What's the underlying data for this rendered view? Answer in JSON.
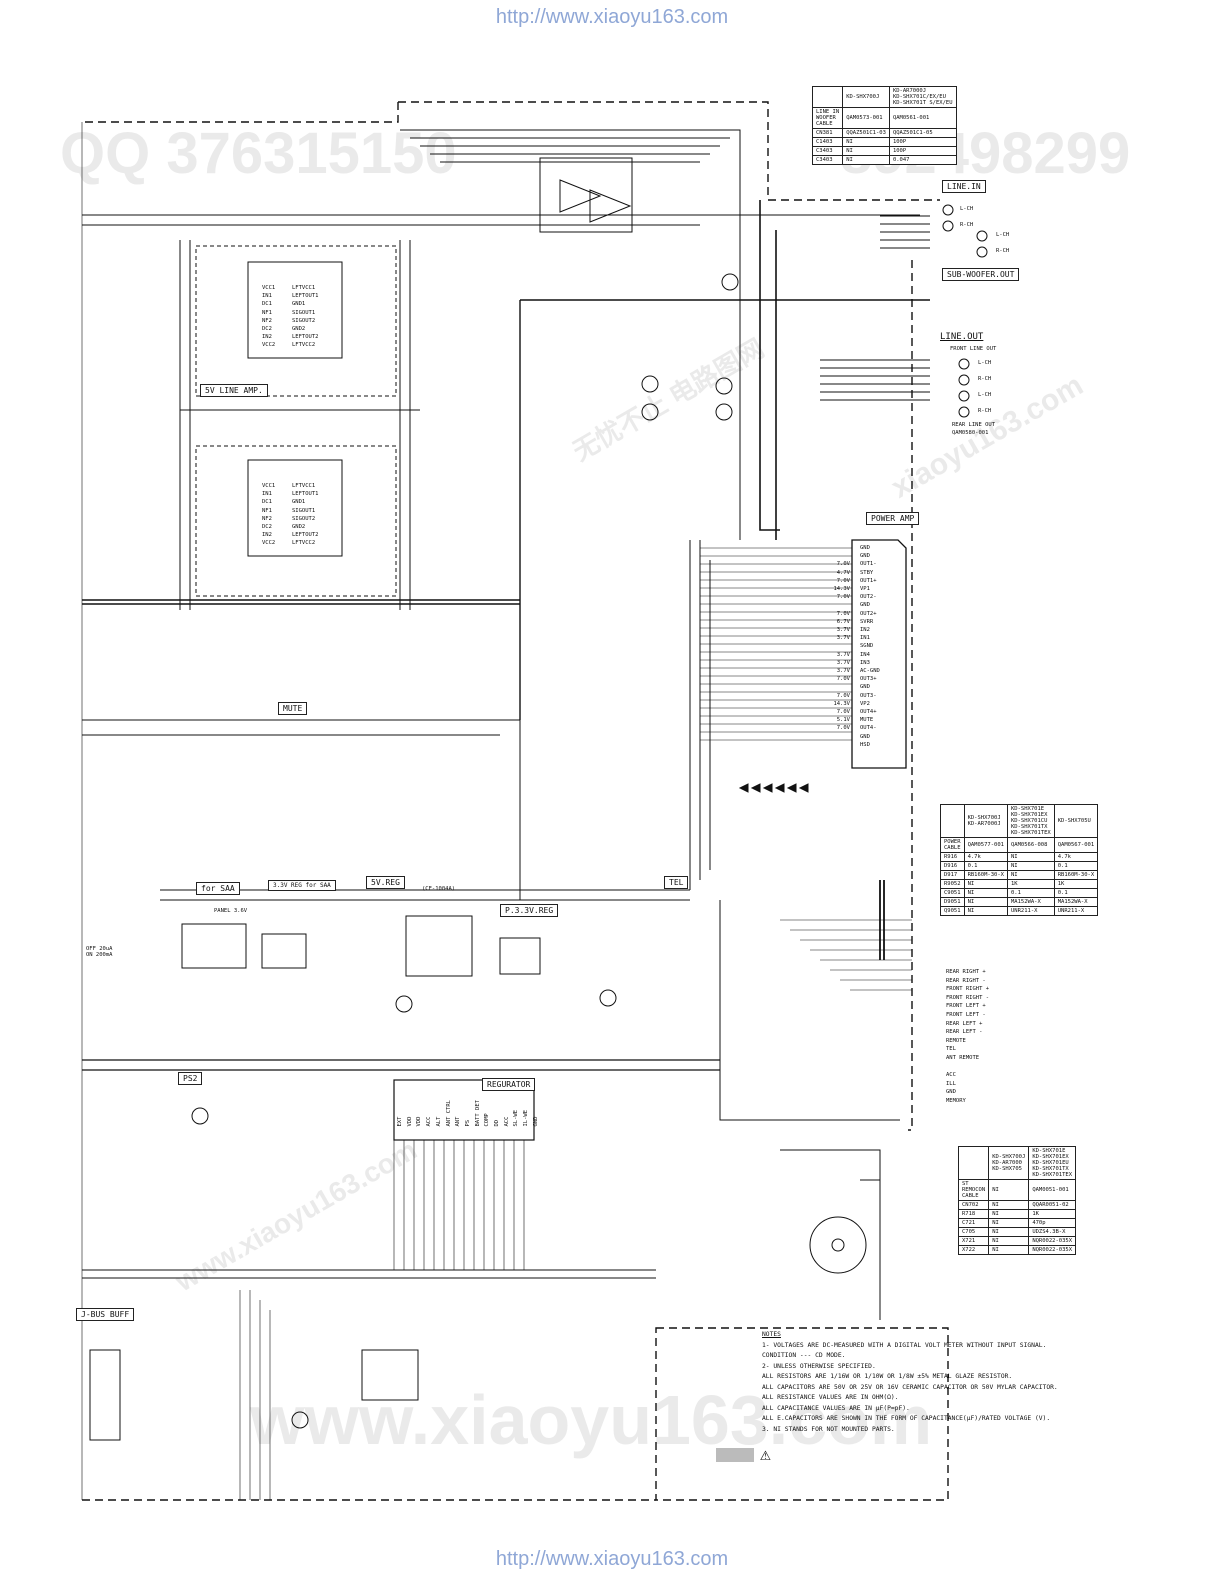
{
  "header_url": "http://www.xiaoyu163.com",
  "footer_url": "http://www.xiaoyu163.com",
  "watermarks": [
    "QQ 376315150",
    "892498299",
    "www.xiaoyu163.com",
    "无忧不止 电路图网",
    "xiaoyu163.com",
    "www.xiaoyu163.com"
  ],
  "blocks": {
    "line_in": "LINE.IN",
    "sub_woofer_out": "SUB-WOOFER.OUT",
    "line_out": "LINE.OUT",
    "front_line_out": "FRONT LINE OUT",
    "rear_line_out": "REAR LINE OUT",
    "rear_line_out_part": "QAM0580-001",
    "line_amp": "5V LINE AMP.",
    "power_amp": "POWER AMP",
    "mute": "MUTE",
    "for_saa": "for SAA",
    "reg_saa": "3.3V REG for SAA",
    "reg_5v": "5V.REG",
    "reg_p33": "P.3.3V.REG",
    "tel": "TEL",
    "regulator": "REGURATOR",
    "ps2": "PS2",
    "jbus_buff": "J-BUS BUFF",
    "ce_1004a": "(CE-1004A)",
    "panel": "PANEL 3.6V",
    "off_on": "OFF 20uA\nON 200mA"
  },
  "jack_labels": [
    "L-CH",
    "R-CH",
    "L-CH",
    "R-CH",
    "L-CH",
    "R-CH",
    "L-CH",
    "R-CH"
  ],
  "power_amp_pins": [
    "GND",
    "GND",
    "OUT1-",
    "STBY",
    "OUT1+",
    "VP1",
    "OUT2-",
    "GND",
    "OUT2+",
    "SVRR",
    "IN2",
    "IN1",
    "SGND",
    "IN4",
    "IN3",
    "AC-GND",
    "OUT3+",
    "GND",
    "OUT3-",
    "VP2",
    "OUT4+",
    "MUTE",
    "OUT4-",
    "GND",
    "HSD"
  ],
  "power_amp_volts": [
    "",
    "",
    "7.0V",
    "4.7V",
    "7.0V",
    "14.3V",
    "7.0V",
    "",
    "7.0V",
    "6.7V",
    "3.7V",
    "3.7V",
    "",
    "3.7V",
    "3.7V",
    "3.7V",
    "7.0V",
    "",
    "7.0V",
    "14.3V",
    "7.0V",
    "5.1V",
    "7.0V",
    "",
    ""
  ],
  "speaker_outputs": [
    "REAR RIGHT +",
    "REAR RIGHT -",
    "FRONT RIGHT +",
    "FRONT RIGHT -",
    "FRONT LEFT +",
    "FRONT LEFT -",
    "REAR LEFT +",
    "REAR LEFT -",
    "REMOTE",
    "TEL",
    "ANT REMOTE",
    "",
    "ACC",
    "ILL",
    "GND",
    "MEMORY"
  ],
  "line_amp_pins_left": [
    "VCC1",
    "IN1",
    "DC1",
    "NF1",
    "NF2",
    "DC2",
    "IN2",
    "VCC2"
  ],
  "line_amp_pins_right": [
    "LFTVCC1",
    "LEFTOUT1",
    "GND1",
    "SIGOUT1",
    "SIGOUT2",
    "GND2",
    "LEFTOUT2",
    "LFTVCC2"
  ],
  "regulator_pins": [
    "EXT",
    "VDD",
    "VDD",
    "ACC",
    "ALT",
    "ANT CTRL",
    "ANT",
    "PS",
    "BATT DET",
    "COMP",
    "DD",
    "ACC",
    "SL-WE",
    "IL-WE",
    "GND"
  ],
  "table_top": {
    "headers": [
      "",
      "KD-SHX700J",
      "KD-AR7000J\nKD-SHX701C/EX/EU\nKD-SHX701T S/EX/EU"
    ],
    "rows": [
      [
        "LINE IN\nWOOFER\nCABLE",
        "QAM0573-001",
        "QAM0561-001"
      ],
      [
        "CN381",
        "QQAZ501C1-03",
        "QQAZ501C1-05"
      ],
      [
        "C1403",
        "NI",
        "100P"
      ],
      [
        "C3403",
        "NI",
        "100P"
      ],
      [
        "C3403",
        "NI",
        "0.047"
      ]
    ]
  },
  "table_mid": {
    "headers": [
      "",
      "KD-SHX700J\nKD-AR7000J",
      "KD-SHX701E\nKD-SHX701EX\nKD-SHX701CU\nKD-SHX701TX\nKD-SHX701TEX",
      "KD-SHX705U"
    ],
    "rows": [
      [
        "POWER\nCABLE",
        "QAM0577-001",
        "QAM0566-008",
        "QAM0567-001"
      ],
      [
        "R916",
        "4.7k",
        "NI",
        "4.7k"
      ],
      [
        "D916",
        "0.1",
        "NI",
        "0.1"
      ],
      [
        "D917",
        "RB160M-30-X",
        "NI",
        "RB160M-30-X"
      ],
      [
        "R9052",
        "NI",
        "1K",
        "1K"
      ],
      [
        "C9051",
        "NI",
        "0.1",
        "0.1"
      ],
      [
        "D9051",
        "NI",
        "MA152WA-X",
        "MA152WA-X"
      ],
      [
        "Q9051",
        "NI",
        "UNR211-X",
        "UNR211-X"
      ]
    ]
  },
  "table_bot": {
    "headers": [
      "",
      "KD-SHX700J\nKD-AR7000\nKD-SHX705",
      "KD-SHX701E\nKD-SHX701EX\nKD-SHX701EU\nKD-SHX701TX\nKD-SHX701TEX"
    ],
    "rows": [
      [
        "ST\nREMOCON\nCABLE",
        "NI",
        "QAM0051-001"
      ],
      [
        "CN702",
        "NI",
        "QQAR0051-02"
      ],
      [
        "R718",
        "NI",
        "1K"
      ],
      [
        "C721",
        "NI",
        "470p"
      ],
      [
        "C705",
        "NI",
        "UDZS4.3B-X"
      ],
      [
        "X721",
        "NI",
        "NQR0022-035X"
      ],
      [
        "X722",
        "NI",
        "NQR0022-035X"
      ]
    ]
  },
  "notes": [
    "NOTES",
    "1-  VOLTAGES ARE DC-MEASURED WITH A DIGITAL VOLT METER WITHOUT INPUT SIGNAL.",
    "    CONDITION --- CD MODE.",
    "2-  UNLESS OTHERWISE SPECIFIED.",
    "    ALL RESISTORS ARE 1/16W OR 1/10W OR 1/8W ±5% METAL GLAZE RESISTOR.",
    "    ALL CAPACITORS ARE 50V OR 25V OR 16V CERAMIC CAPACITOR OR 50V MYLAR CAPACITOR.",
    "    ALL RESISTANCE VALUES ARE IN OHM(Ω).",
    "    ALL CAPACITANCE VALUES ARE IN µF(P=pF).",
    "    ALL E.CAPACITORS ARE SHOWN IN THE FORM OF CAPACITANCE(µF)/RATED VOLTAGE (V).",
    "3.  NI STANDS FOR NOT MOUNTED PARTS."
  ]
}
